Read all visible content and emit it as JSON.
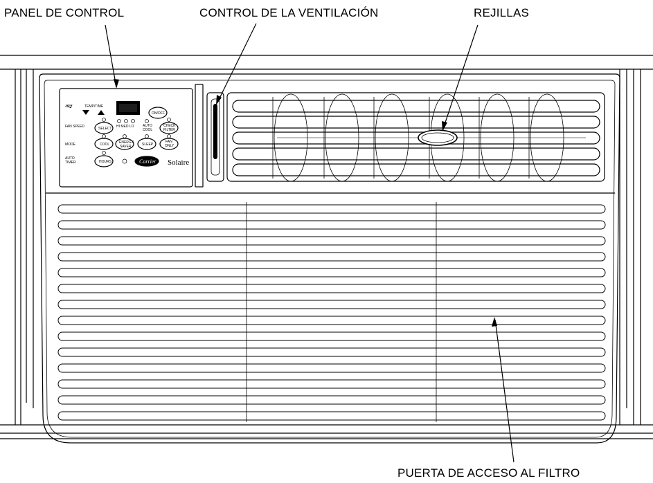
{
  "callouts": {
    "panel": "PANEL DE CONTROL",
    "vent": "CONTROL DE LA VENTILACIÓN",
    "grilles": "REJILLAS",
    "filter_door": "PUERTA DE ACCESO AL FILTRO"
  },
  "control_panel": {
    "temp_time": "TEMP/TIME",
    "fan_speed": "FAN SPEED",
    "select": "SELECT",
    "speeds": "HI  MED  LO",
    "auto_cool_top": "AUTO",
    "auto_cool_bottom": "COOL",
    "on_off": "ON/OFF",
    "check_filter_top": "CHECK",
    "check_filter_bottom": "FILTER",
    "mode": "MODE",
    "cool": "COOL",
    "energy_saver_top": "ENERGY",
    "energy_saver_bottom": "SAVER",
    "sleep": "SLEEP",
    "fan_only_top": "FAN",
    "fan_only_bottom": "ONLY",
    "auto_timer_top": "AUTO",
    "auto_timer_bottom": "TIMER",
    "hours": "HOURS",
    "brand": "Carrier",
    "model": "Solaire"
  },
  "colors": {
    "line": "#000000",
    "background": "#ffffff"
  }
}
